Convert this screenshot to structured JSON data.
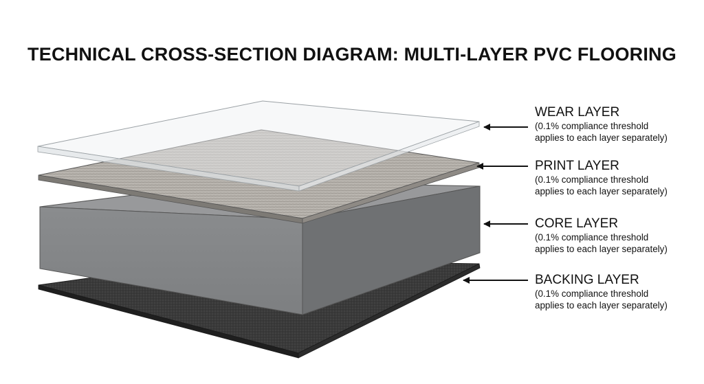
{
  "title": "TECHNICAL CROSS-SECTION DIAGRAM: MULTI-LAYER PVC FLOORING",
  "layers": [
    {
      "name": "WEAR LAYER",
      "note_line1": "(0.1% compliance threshold",
      "note_line2": "applies to each layer separately)",
      "color": "#f4f6f7"
    },
    {
      "name": "PRINT LAYER",
      "note_line1": "(0.1% compliance threshold",
      "note_line2": "applies to each layer separately)",
      "color": "#b2aea8"
    },
    {
      "name": "CORE LAYER",
      "note_line1": "(0.1% compliance threshold",
      "note_line2": "applies to each layer separately)",
      "color": "#858789"
    },
    {
      "name": "BACKING LAYER",
      "note_line1": "(0.1% compliance threshold",
      "note_line2": "applies to each layer separately)",
      "color": "#3c3c3c"
    }
  ]
}
